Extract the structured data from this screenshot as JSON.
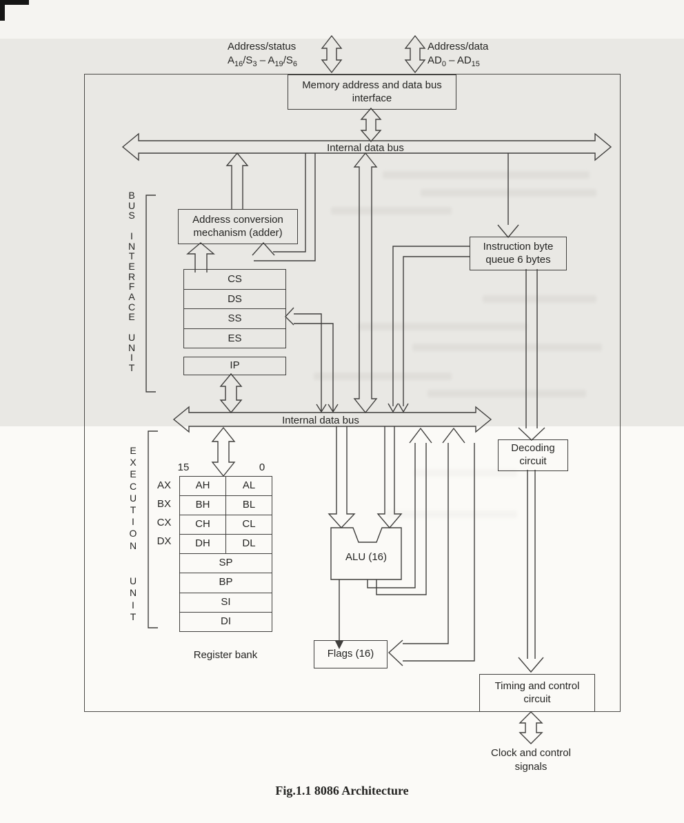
{
  "page": {
    "caption": "Fig.1.1 8086 Architecture"
  },
  "external": {
    "address_status_line1": "Address/status",
    "address_status_parts": {
      "p1": "A",
      "s1": "16",
      "p2": "/S",
      "s2": "3",
      "p3": " – A",
      "s3": "19",
      "p4": "/S",
      "s4": "6"
    },
    "address_data_line1": "Address/data",
    "address_data_parts": {
      "p1": "AD",
      "s1": "0",
      "p2": " – AD",
      "s2": "15"
    }
  },
  "buses": {
    "internal_top": "Internal data bus",
    "internal_bottom": "Internal data bus"
  },
  "boxes": {
    "memory_interface": "Memory address and data bus interface",
    "adder": "Address conversion mechanism (adder)",
    "instruction_queue": "Instruction byte queue 6 bytes",
    "decoding": "Decoding circuit",
    "timing": "Timing and control circuit",
    "clock_signals": "Clock and control signals",
    "alu": "ALU (16)",
    "flags": "Flags (16)"
  },
  "units": {
    "biu": "B\nU\nS\n\nI\nN\nT\nE\nR\nF\nA\nC\nE\n\nU\nN\nI\nT",
    "eu": "E\nX\nE\nC\nU\nT\nI\nO\nN\n\n\nU\nN\nI\nT"
  },
  "segment_registers": [
    "CS",
    "DS",
    "SS",
    "ES"
  ],
  "ip_register": "IP",
  "register_bank": {
    "bit_high": "15",
    "bit_low": "0",
    "row_labels": [
      "AX",
      "BX",
      "CX",
      "DX"
    ],
    "pairs": [
      [
        "AH",
        "AL"
      ],
      [
        "BH",
        "BL"
      ],
      [
        "CH",
        "CL"
      ],
      [
        "DH",
        "DL"
      ]
    ],
    "wide": [
      "SP",
      "BP",
      "SI",
      "DI"
    ],
    "caption": "Register bank"
  },
  "colors": {
    "line": "#3f3e3c",
    "band": "#e9e8e4",
    "paper": "#fbfaf7"
  }
}
